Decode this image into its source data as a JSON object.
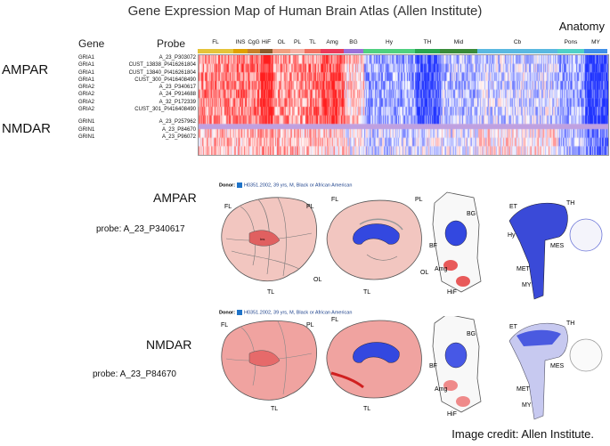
{
  "title": "Gene Expression Map of Human Brain Atlas (Allen Institute)",
  "headers": {
    "gene": "Gene",
    "probe": "Probe",
    "anatomy": "Anatomy"
  },
  "groups": {
    "ampar": "AMPAR",
    "nmdar": "NMDAR"
  },
  "regions": [
    {
      "label": "FL",
      "color": "#e5c33a"
    },
    {
      "label": "INS",
      "color": "#e0a000"
    },
    {
      "label": "CgG",
      "color": "#c77f2a"
    },
    {
      "label": "HiF",
      "color": "#8a5b2c"
    },
    {
      "label": "OL",
      "color": "#f0a080"
    },
    {
      "label": "PL",
      "color": "#f4b1a4"
    },
    {
      "label": "TL",
      "color": "#f07060"
    },
    {
      "label": "Amg",
      "color": "#ea3a5a"
    },
    {
      "label": "BG",
      "color": "#9a70d8"
    },
    {
      "label": "Hy",
      "color": "#50d080"
    },
    {
      "label": "TH",
      "color": "#2aa650"
    },
    {
      "label": "Mid",
      "color": "#3a8c3a"
    },
    {
      "label": "Cb",
      "color": "#5ab8e0"
    },
    {
      "label": "Pons",
      "color": "#50d0c8"
    },
    {
      "label": "MY",
      "color": "#4090e8"
    }
  ],
  "rows": [
    {
      "gene": "GRIA1",
      "probe": "A_23_P303072"
    },
    {
      "gene": "GRIA1",
      "probe": "CUST_13838_PI416261804"
    },
    {
      "gene": "GRIA1",
      "probe": "CUST_13840_PI416261804"
    },
    {
      "gene": "GRIA1",
      "probe": "CUST_300_PI416408490"
    },
    {
      "gene": "GRIA2",
      "probe": "A_23_P340617"
    },
    {
      "gene": "GRIA2",
      "probe": "A_24_P914688"
    },
    {
      "gene": "GRIA2",
      "probe": "A_32_P172339"
    },
    {
      "gene": "GRIA2",
      "probe": "CUST_301_PI416408490"
    },
    {
      "gene": "GRIN1",
      "probe": "A_23_P257962"
    },
    {
      "gene": "GRIN1",
      "probe": "A_23_P84670"
    },
    {
      "gene": "GRIN1",
      "probe": "A_23_P96072"
    }
  ],
  "sections": [
    {
      "title": "AMPAR",
      "probe": "probe: A_23_P340617",
      "donor_label": "Donor:",
      "donor_text": "H0351.2002, 39 yrs, M, Black or African American"
    },
    {
      "title": "NMDAR",
      "probe": "probe: A_23_P84670",
      "donor_label": "Donor:",
      "donor_text": "H0351.2002, 39 yrs, M, Black or African American"
    }
  ],
  "brain_labels": {
    "lateral": [
      "FL",
      "PL",
      "TL",
      "OL"
    ],
    "lateral_inner": "Ins",
    "medial": [
      "FL",
      "PL",
      "OL",
      "TL"
    ],
    "coronal": [
      "BG",
      "BF",
      "Amg",
      "HiF"
    ],
    "sagittal": [
      "ET",
      "TH",
      "Hy",
      "MES",
      "MET",
      "MY"
    ]
  },
  "credit": "Image credit: Allen Institute.",
  "colors": {
    "high": "#e8191e",
    "mid": "#ffffff",
    "low": "#2130c8"
  }
}
